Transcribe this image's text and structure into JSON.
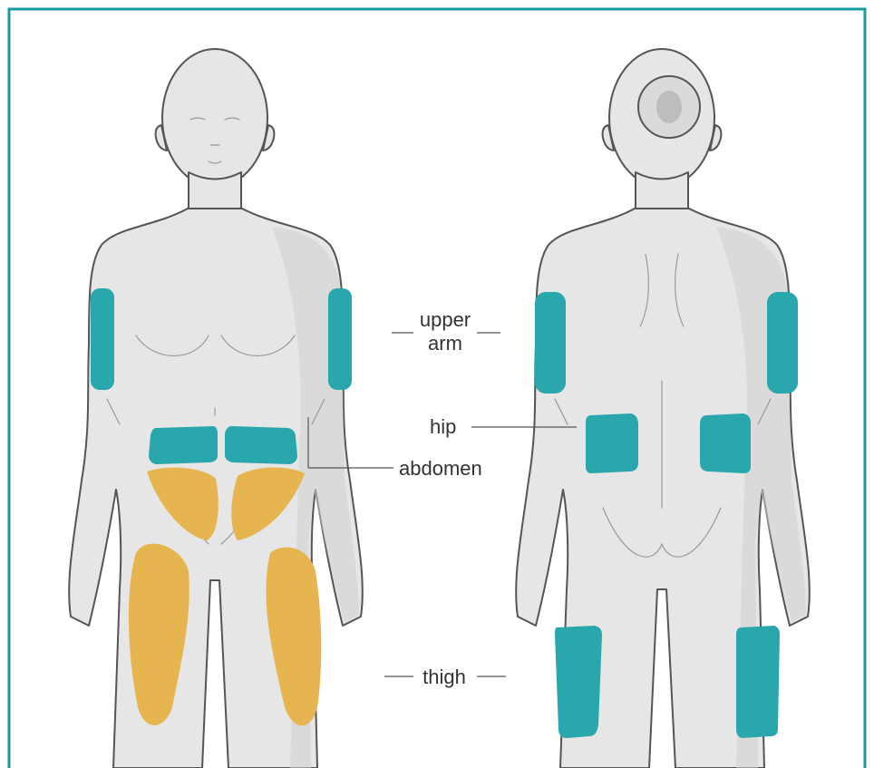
{
  "labels": {
    "upper_arm_line1": "upper",
    "upper_arm_line2": "arm",
    "hip": "hip",
    "abdomen": "abdomen",
    "thigh": "thigh"
  },
  "colors": {
    "frame": "#1a9ba1",
    "recommended_site": "#2aa7ac",
    "alternate_site": "#e6b54f",
    "body_fill": "#e6e6e6",
    "body_outline": "#555555"
  }
}
